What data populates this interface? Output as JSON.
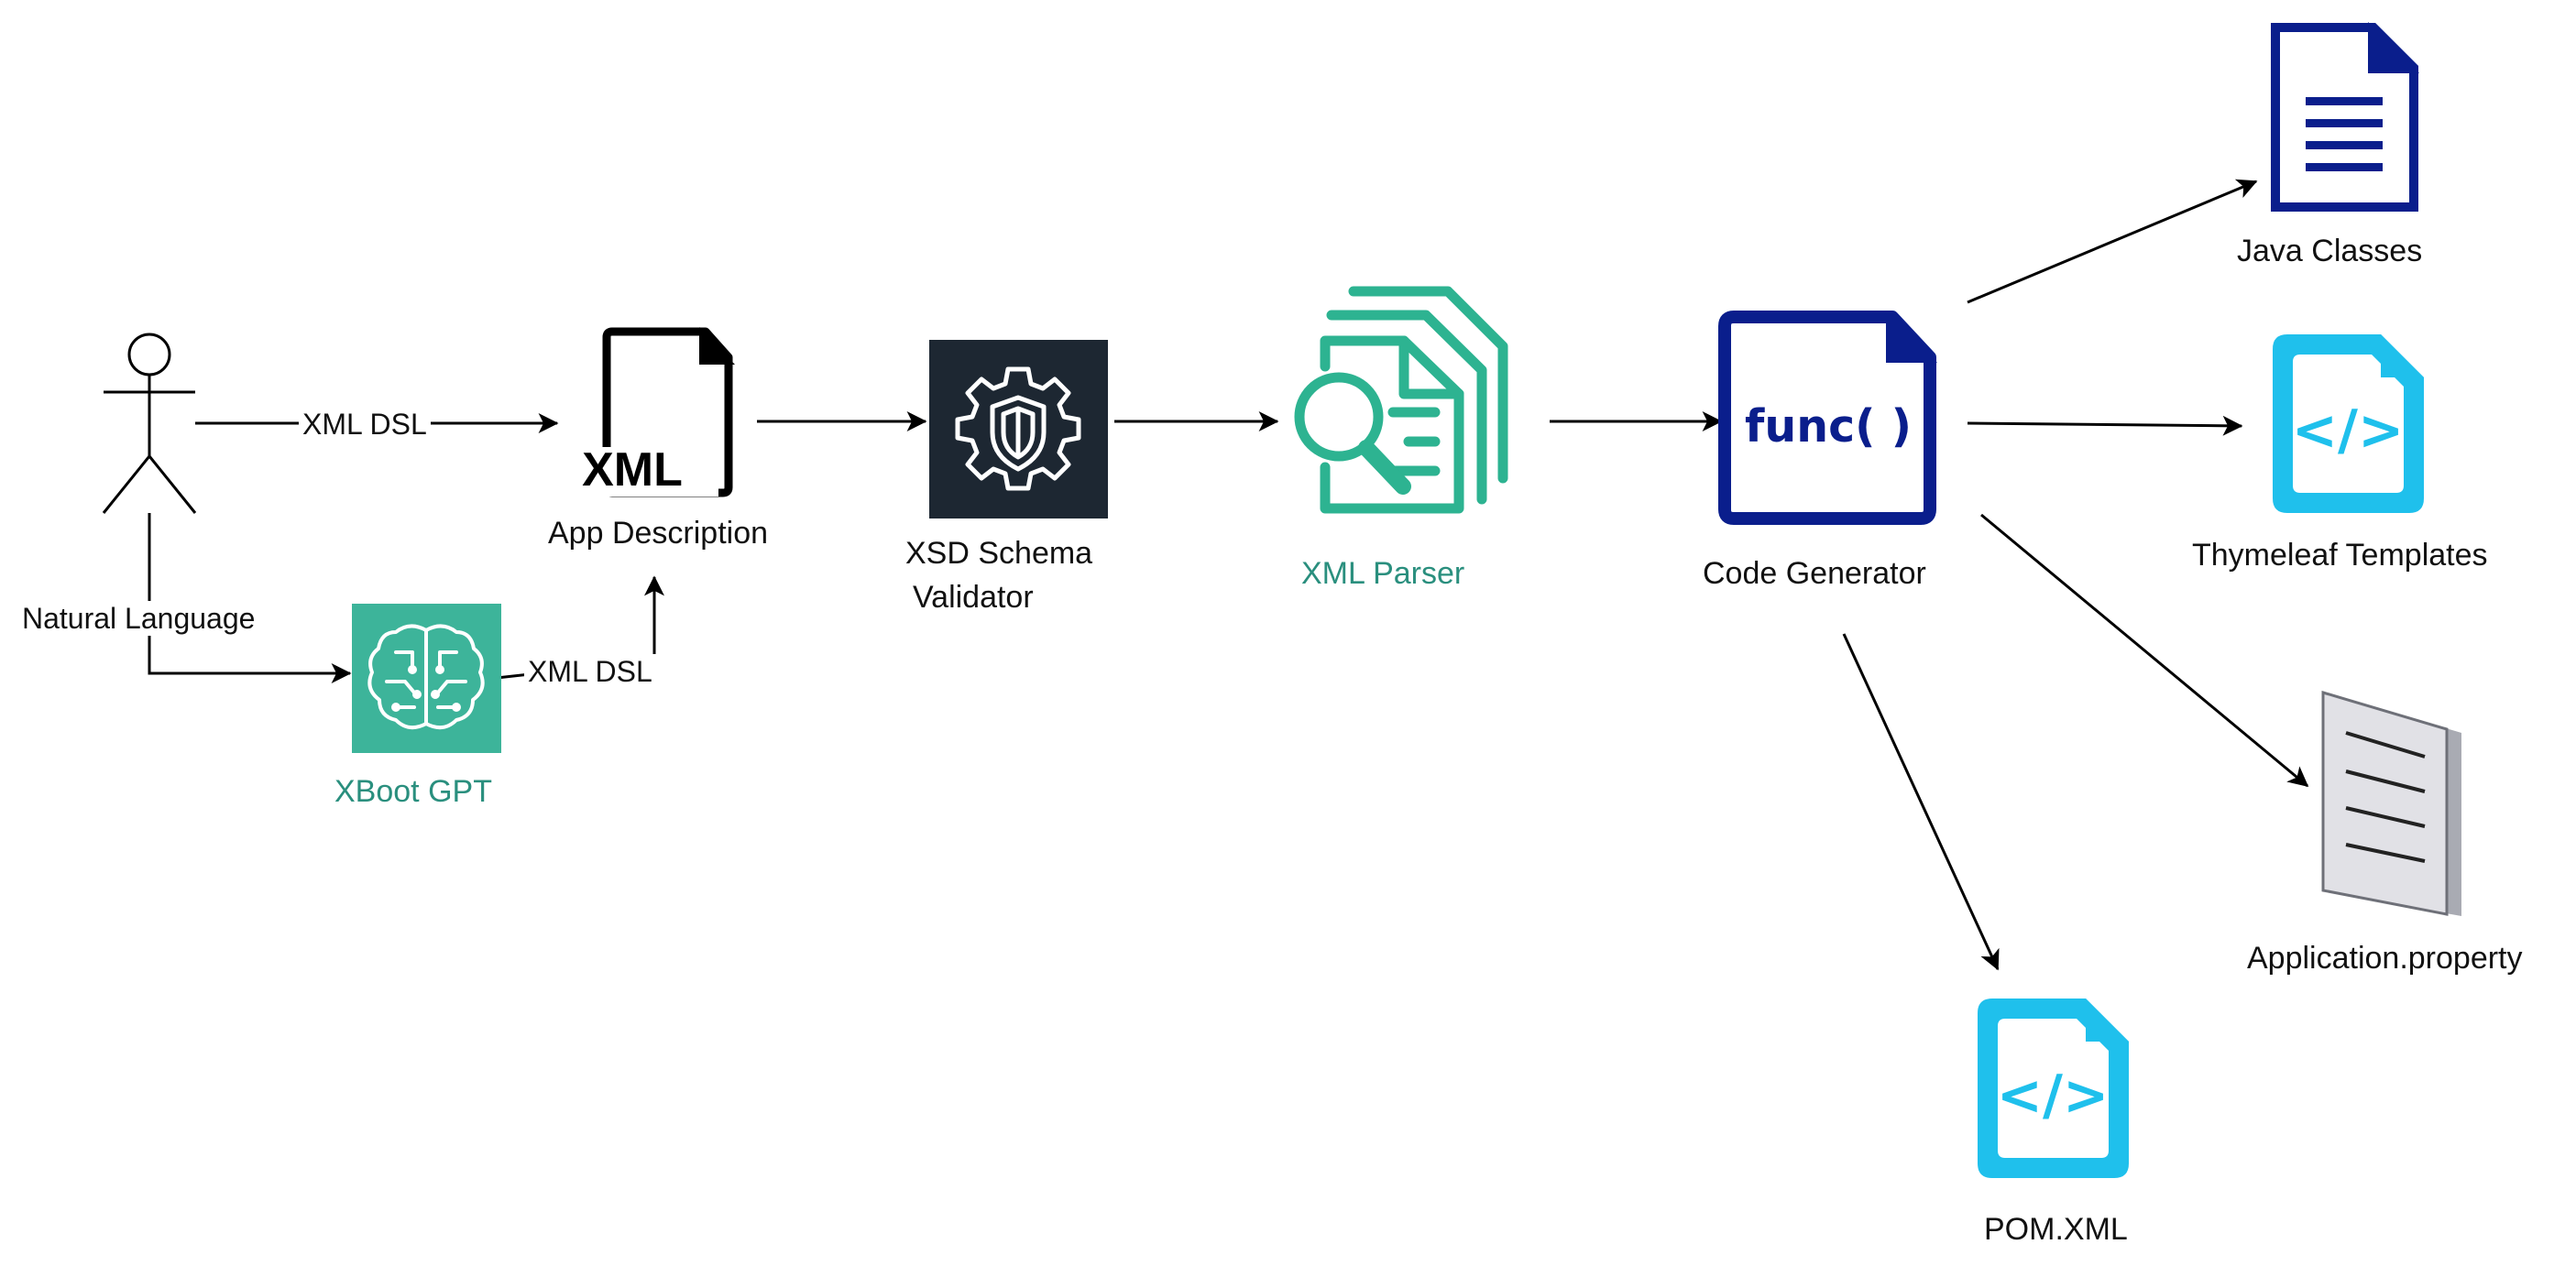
{
  "colors": {
    "stroke": "#000000",
    "green": "#3DB49A",
    "teal": "#2DB391",
    "navy": "#0A1E8C",
    "cyan": "#1FC0EC",
    "dark_panel": "#1D2732",
    "doc_grey": "#D9D9DE"
  },
  "labels": {
    "xml_dsl_top": "XML DSL",
    "xml_dsl_gpt": "XML DSL",
    "natural_language": "Natural Language",
    "xml_file_text": "XML",
    "app_description": "App Description",
    "xsd_line1": "XSD Schema",
    "xsd_line2": "Validator",
    "xml_parser": "XML Parser",
    "func_text": "func( )",
    "code_generator": "Code Generator",
    "xboot_gpt": "XBoot GPT",
    "java_classes": "Java Classes",
    "thymeleaf_templates": "Thymeleaf Templates",
    "application_property": "Application.property",
    "pom_xml": "POM.XML",
    "code_tag": "</>"
  },
  "icons": {
    "actor": "person-icon",
    "xml_file": "xml-file-icon",
    "validator": "shield-gear-icon",
    "parser": "document-search-icon",
    "generator": "function-document-icon",
    "gpt": "neural-brain-icon",
    "java": "text-document-icon",
    "template": "code-document-icon",
    "property": "property-file-icon",
    "pom": "code-document-icon"
  }
}
